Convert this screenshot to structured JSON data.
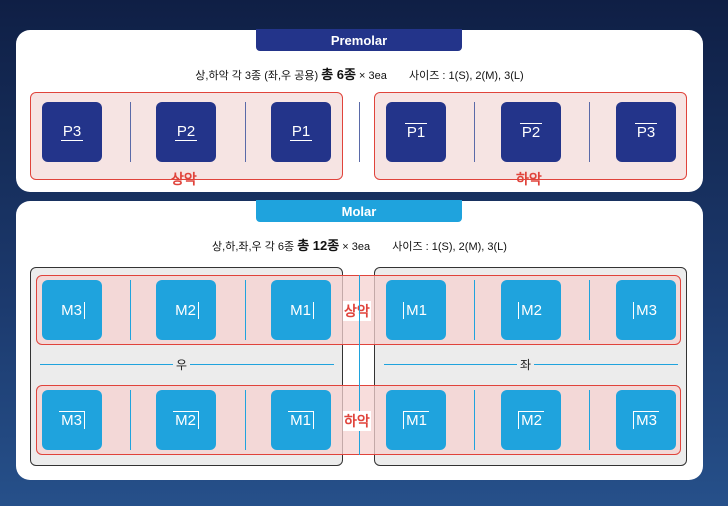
{
  "premolar": {
    "tab": "Premolar",
    "desc": "상,하악 각 3종 (좌,우 공용)",
    "total": "총 6종",
    "times": "× 3ea",
    "size": "사이즈 : 1(S), 2(M), 3(L)",
    "upper_label": "상악",
    "lower_label": "하악",
    "upper_teeth": [
      "P3",
      "P2",
      "P1"
    ],
    "lower_teeth": [
      "P1",
      "P2",
      "P3"
    ]
  },
  "molar": {
    "tab": "Molar",
    "desc": "상,하,좌,우 각 6종",
    "total": "총 12종",
    "times": "× 3ea",
    "size": "사이즈 : 1(S), 2(M), 3(L)",
    "upper_label": "상악",
    "lower_label": "하악",
    "right_label": "우",
    "left_label": "좌",
    "right_upper": [
      "M3",
      "M2",
      "M1"
    ],
    "left_upper": [
      "M1",
      "M2",
      "M3"
    ],
    "right_lower": [
      "M3",
      "M2",
      "M1"
    ],
    "left_lower": [
      "M1",
      "M2",
      "M3"
    ]
  },
  "colors": {
    "premolar": "#23348a",
    "molar": "#1fa3dd",
    "accent": "#e0433b"
  }
}
